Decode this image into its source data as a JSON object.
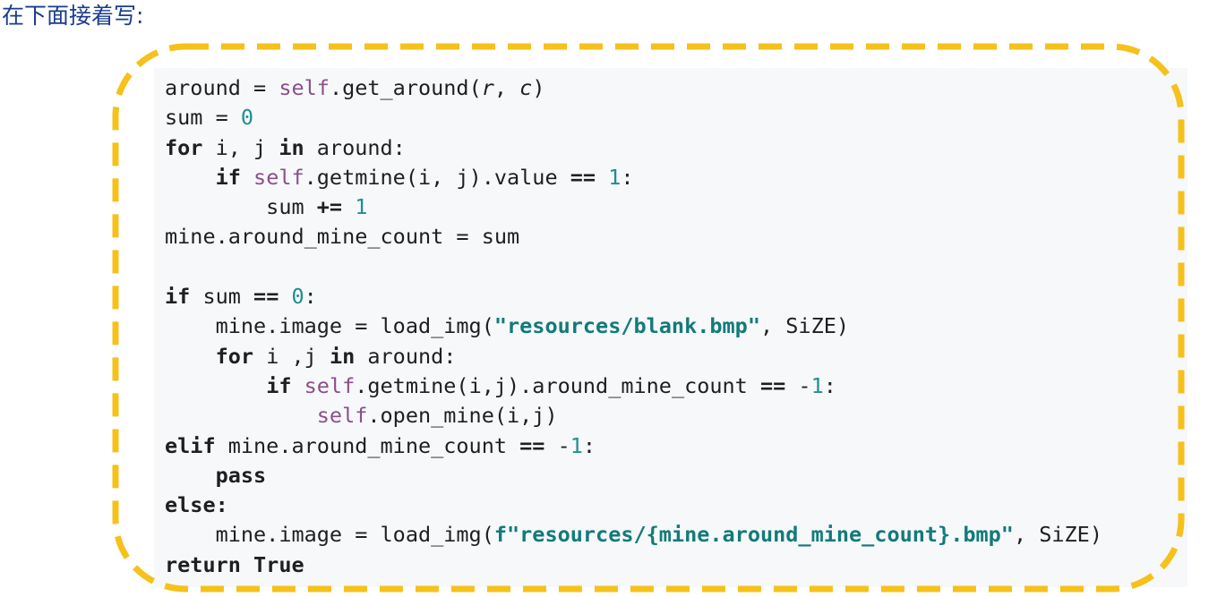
{
  "heading": "在下面接着写:",
  "highlight_color": "#f5c11a",
  "code_lines": [
    [
      {
        "t": "around = "
      },
      {
        "t": "self",
        "c": "self"
      },
      {
        "t": ".get_around("
      },
      {
        "t": "r",
        "c": "ital"
      },
      {
        "t": ", "
      },
      {
        "t": "c",
        "c": "ital"
      },
      {
        "t": ")"
      }
    ],
    [
      {
        "t": "sum = "
      },
      {
        "t": "0",
        "c": "num"
      }
    ],
    [
      {
        "t": "for",
        "c": "kw"
      },
      {
        "t": " i, j "
      },
      {
        "t": "in",
        "c": "kw"
      },
      {
        "t": " around:"
      }
    ],
    [
      {
        "t": "    "
      },
      {
        "t": "if",
        "c": "kw"
      },
      {
        "t": " "
      },
      {
        "t": "self",
        "c": "self"
      },
      {
        "t": ".getmine(i, j).value "
      },
      {
        "t": "==",
        "c": "kw"
      },
      {
        "t": " "
      },
      {
        "t": "1",
        "c": "num"
      },
      {
        "t": ":"
      }
    ],
    [
      {
        "t": "        sum "
      },
      {
        "t": "+=",
        "c": "kw"
      },
      {
        "t": " "
      },
      {
        "t": "1",
        "c": "num"
      }
    ],
    [
      {
        "t": "mine.around_mine_count = sum"
      }
    ],
    [
      {
        "t": ""
      }
    ],
    [
      {
        "t": "if",
        "c": "kw"
      },
      {
        "t": " sum "
      },
      {
        "t": "==",
        "c": "kw"
      },
      {
        "t": " "
      },
      {
        "t": "0",
        "c": "num"
      },
      {
        "t": ":"
      }
    ],
    [
      {
        "t": "    mine.image = load_img("
      },
      {
        "t": "\"resources/blank.bmp\"",
        "c": "str"
      },
      {
        "t": ", SiZE)"
      }
    ],
    [
      {
        "t": "    "
      },
      {
        "t": "for",
        "c": "kw"
      },
      {
        "t": " i ,j "
      },
      {
        "t": "in",
        "c": "kw"
      },
      {
        "t": " around:"
      }
    ],
    [
      {
        "t": "        "
      },
      {
        "t": "if",
        "c": "kw"
      },
      {
        "t": " "
      },
      {
        "t": "self",
        "c": "self"
      },
      {
        "t": ".getmine(i,j).around_mine_count "
      },
      {
        "t": "==",
        "c": "kw"
      },
      {
        "t": " -"
      },
      {
        "t": "1",
        "c": "num"
      },
      {
        "t": ":"
      }
    ],
    [
      {
        "t": "            "
      },
      {
        "t": "self",
        "c": "self"
      },
      {
        "t": ".open_mine(i,j)"
      }
    ],
    [
      {
        "t": "elif",
        "c": "kw"
      },
      {
        "t": " mine.around_mine_count "
      },
      {
        "t": "==",
        "c": "kw"
      },
      {
        "t": " -"
      },
      {
        "t": "1",
        "c": "num"
      },
      {
        "t": ":"
      }
    ],
    [
      {
        "t": "    "
      },
      {
        "t": "pass",
        "c": "kw"
      }
    ],
    [
      {
        "t": "else:",
        "c": "kw"
      }
    ],
    [
      {
        "t": "    mine.image = load_img("
      },
      {
        "t": "f\"resources/{mine.around_mine_count}.bmp\"",
        "c": "str"
      },
      {
        "t": ", SiZE)"
      }
    ],
    [
      {
        "t": "return True",
        "c": "kw"
      }
    ]
  ]
}
